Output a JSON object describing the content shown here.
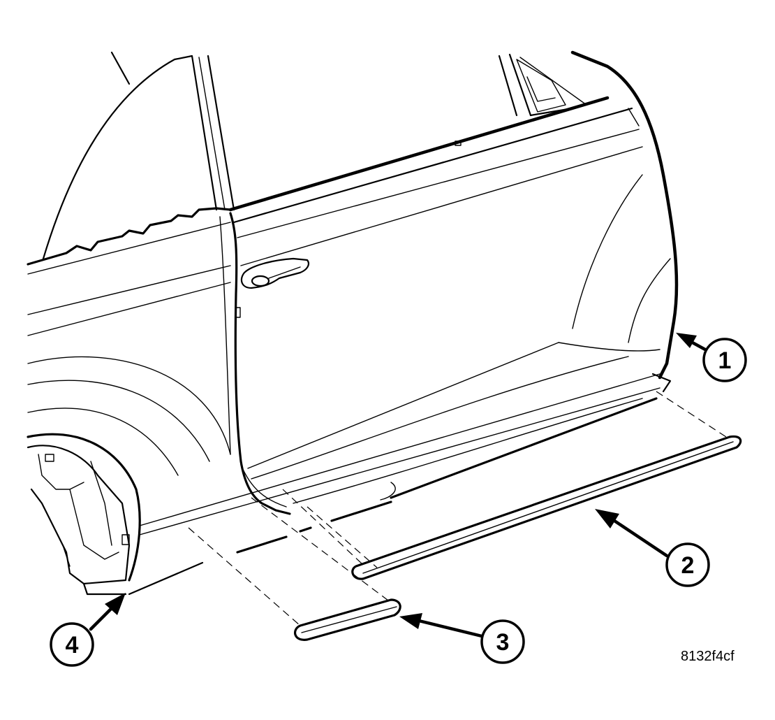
{
  "callouts": [
    {
      "id": "1",
      "label": "1"
    },
    {
      "id": "2",
      "label": "2"
    },
    {
      "id": "3",
      "label": "3"
    },
    {
      "id": "4",
      "label": "4"
    }
  ],
  "reference_code": "8132f4cf"
}
